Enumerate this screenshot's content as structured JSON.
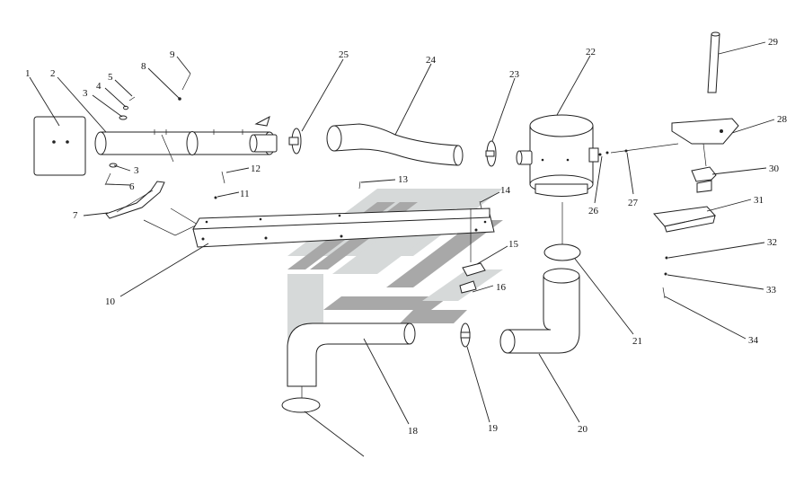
{
  "colors": {
    "line": "#222222",
    "background": "#ffffff",
    "watermark_dark": "#9a9a9a",
    "watermark_light": "#cfd3d3"
  },
  "callouts": [
    "1",
    "2",
    "3",
    "4",
    "5",
    "6",
    "7",
    "8",
    "9",
    "10",
    "11",
    "12",
    "13",
    "14",
    "15",
    "16",
    "3",
    "18",
    "19",
    "20",
    "21",
    "22",
    "23",
    "24",
    "25",
    "26",
    "27",
    "28",
    "29",
    "30",
    "31",
    "32",
    "33",
    "34"
  ]
}
